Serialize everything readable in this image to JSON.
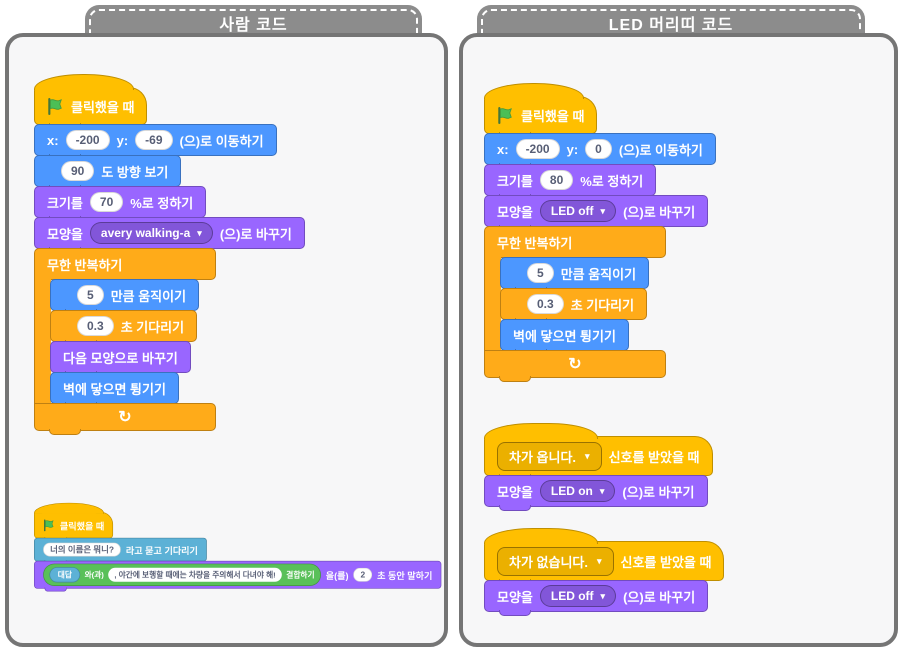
{
  "colors": {
    "events": "#FFBF00",
    "motion": "#4C97FF",
    "looks": "#9966FF",
    "control": "#FFAB19",
    "sensing": "#5CB1D6",
    "operators": "#59C059"
  },
  "icons": {
    "loop": "↻",
    "dropdown": "▾"
  },
  "panels": {
    "left": {
      "tab": "사람 코드",
      "s1": {
        "hat": "클릭했을 때",
        "move_x_label": "x:",
        "move_x": "-200",
        "move_y_label": "y:",
        "move_y": "-69",
        "move_suffix": "(으)로 이동하기",
        "dir_value": "90",
        "dir_suffix": "도 방향 보기",
        "size_prefix": "크기를",
        "size_value": "70",
        "size_suffix": "%로 정하기",
        "costume_prefix": "모양을",
        "costume_value": "avery walking-a",
        "costume_suffix": "(으)로 바꾸기",
        "forever": "무한 반복하기",
        "steps_value": "5",
        "steps_suffix": "만큼 움직이기",
        "wait_value": "0.3",
        "wait_suffix": "초 기다리기",
        "next_costume": "다음 모양으로 바꾸기",
        "bounce": "벽에 닿으면 튕기기"
      },
      "s2": {
        "hat": "클릭했을 때",
        "ask_value": "너의 이름은 뭐니?",
        "ask_suffix": "라고 묻고 기다리기",
        "answer": "대답",
        "join_mid": "와(과)",
        "join_text": ", 야간에 보행할 때에는 차량을 주의해서 다녀야 해!",
        "join_suffix": "결합하기",
        "say_mid": "을(를)",
        "say_secs": "2",
        "say_suffix": "초 동안 말하기"
      }
    },
    "right": {
      "tab": "LED 머리띠 코드",
      "s1": {
        "hat": "클릭했을 때",
        "move_x_label": "x:",
        "move_x": "-200",
        "move_y_label": "y:",
        "move_y": "0",
        "move_suffix": "(으)로 이동하기",
        "size_prefix": "크기를",
        "size_value": "80",
        "size_suffix": "%로 정하기",
        "costume_prefix": "모양을",
        "costume_value": "LED off",
        "costume_suffix": "(으)로 바꾸기",
        "forever": "무한 반복하기",
        "steps_value": "5",
        "steps_suffix": "만큼 움직이기",
        "wait_value": "0.3",
        "wait_suffix": "초 기다리기",
        "bounce": "벽에 닿으면 튕기기"
      },
      "s2": {
        "signal_value": "차가 옵니다.",
        "signal_suffix": "신호를 받았을 때",
        "costume_prefix": "모양을",
        "costume_value": "LED on",
        "costume_suffix": "(으)로 바꾸기"
      },
      "s3": {
        "signal_value": "차가 없습니다.",
        "signal_suffix": "신호를 받았을 때",
        "costume_prefix": "모양을",
        "costume_value": "LED off",
        "costume_suffix": "(으)로 바꾸기"
      }
    }
  }
}
